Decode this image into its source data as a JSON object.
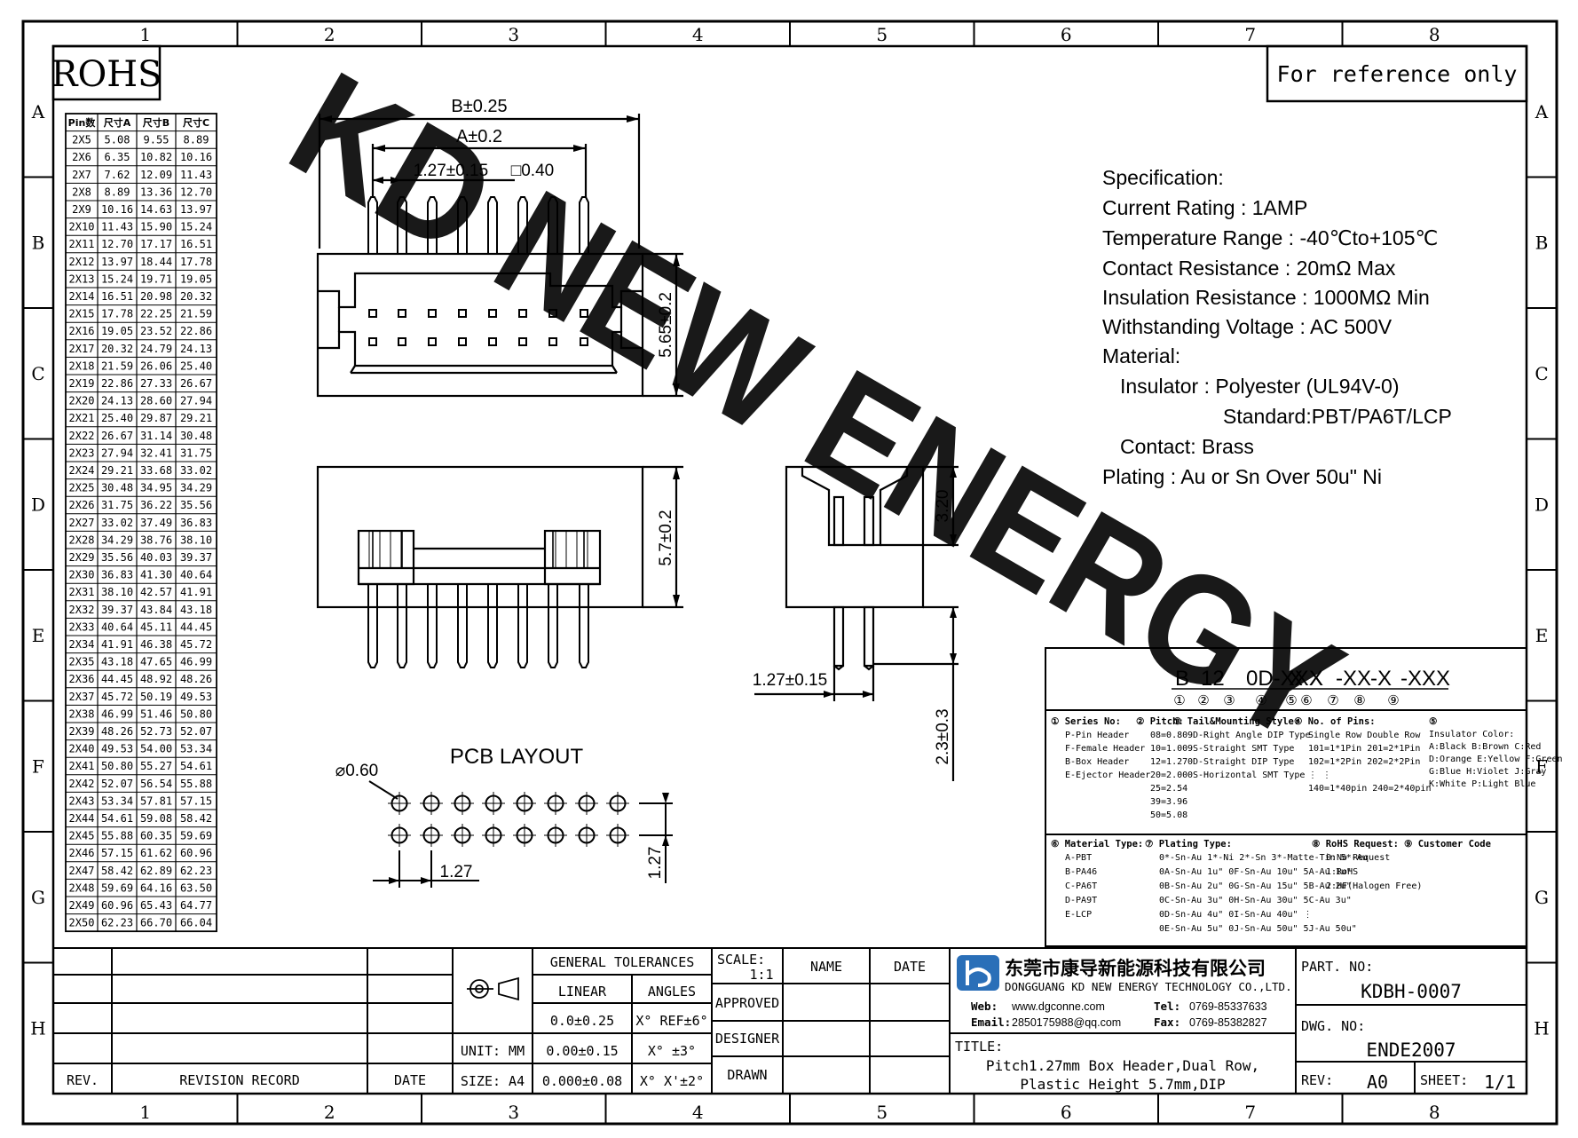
{
  "frame": {
    "col_numbers": [
      "1",
      "2",
      "3",
      "4",
      "5",
      "6",
      "7",
      "8"
    ],
    "row_letters": [
      "A",
      "B",
      "C",
      "D",
      "E",
      "F",
      "G",
      "H"
    ]
  },
  "rohs": "ROHS",
  "reference": "For reference only",
  "watermark": "KD NEW ENERGY",
  "dim_table": {
    "headers": [
      "Pin数",
      "尺寸A",
      "尺寸B",
      "尺寸C"
    ],
    "rows": [
      [
        "2X5",
        "5.08",
        "9.55",
        "8.89"
      ],
      [
        "2X6",
        "6.35",
        "10.82",
        "10.16"
      ],
      [
        "2X7",
        "7.62",
        "12.09",
        "11.43"
      ],
      [
        "2X8",
        "8.89",
        "13.36",
        "12.70"
      ],
      [
        "2X9",
        "10.16",
        "14.63",
        "13.97"
      ],
      [
        "2X10",
        "11.43",
        "15.90",
        "15.24"
      ],
      [
        "2X11",
        "12.70",
        "17.17",
        "16.51"
      ],
      [
        "2X12",
        "13.97",
        "18.44",
        "17.78"
      ],
      [
        "2X13",
        "15.24",
        "19.71",
        "19.05"
      ],
      [
        "2X14",
        "16.51",
        "20.98",
        "20.32"
      ],
      [
        "2X15",
        "17.78",
        "22.25",
        "21.59"
      ],
      [
        "2X16",
        "19.05",
        "23.52",
        "22.86"
      ],
      [
        "2X17",
        "20.32",
        "24.79",
        "24.13"
      ],
      [
        "2X18",
        "21.59",
        "26.06",
        "25.40"
      ],
      [
        "2X19",
        "22.86",
        "27.33",
        "26.67"
      ],
      [
        "2X20",
        "24.13",
        "28.60",
        "27.94"
      ],
      [
        "2X21",
        "25.40",
        "29.87",
        "29.21"
      ],
      [
        "2X22",
        "26.67",
        "31.14",
        "30.48"
      ],
      [
        "2X23",
        "27.94",
        "32.41",
        "31.75"
      ],
      [
        "2X24",
        "29.21",
        "33.68",
        "33.02"
      ],
      [
        "2X25",
        "30.48",
        "34.95",
        "34.29"
      ],
      [
        "2X26",
        "31.75",
        "36.22",
        "35.56"
      ],
      [
        "2X27",
        "33.02",
        "37.49",
        "36.83"
      ],
      [
        "2X28",
        "34.29",
        "38.76",
        "38.10"
      ],
      [
        "2X29",
        "35.56",
        "40.03",
        "39.37"
      ],
      [
        "2X30",
        "36.83",
        "41.30",
        "40.64"
      ],
      [
        "2X31",
        "38.10",
        "42.57",
        "41.91"
      ],
      [
        "2X32",
        "39.37",
        "43.84",
        "43.18"
      ],
      [
        "2X33",
        "40.64",
        "45.11",
        "44.45"
      ],
      [
        "2X34",
        "41.91",
        "46.38",
        "45.72"
      ],
      [
        "2X35",
        "43.18",
        "47.65",
        "46.99"
      ],
      [
        "2X36",
        "44.45",
        "48.92",
        "48.26"
      ],
      [
        "2X37",
        "45.72",
        "50.19",
        "49.53"
      ],
      [
        "2X38",
        "46.99",
        "51.46",
        "50.80"
      ],
      [
        "2X39",
        "48.26",
        "52.73",
        "52.07"
      ],
      [
        "2X40",
        "49.53",
        "54.00",
        "53.34"
      ],
      [
        "2X41",
        "50.80",
        "55.27",
        "54.61"
      ],
      [
        "2X42",
        "52.07",
        "56.54",
        "55.88"
      ],
      [
        "2X43",
        "53.34",
        "57.81",
        "57.15"
      ],
      [
        "2X44",
        "54.61",
        "59.08",
        "58.42"
      ],
      [
        "2X45",
        "55.88",
        "60.35",
        "59.69"
      ],
      [
        "2X46",
        "57.15",
        "61.62",
        "60.96"
      ],
      [
        "2X47",
        "58.42",
        "62.89",
        "62.23"
      ],
      [
        "2X48",
        "59.69",
        "64.16",
        "63.50"
      ],
      [
        "2X49",
        "60.96",
        "65.43",
        "64.77"
      ],
      [
        "2X50",
        "62.23",
        "66.70",
        "66.04"
      ]
    ]
  },
  "dims": {
    "b": "B±0.25",
    "a": "A±0.2",
    "pitch_top": "1.27±0.15",
    "pin_sq": "□0.40",
    "h565": "5.65±0.2",
    "h57": "5.7±0.2",
    "h320": "3.20",
    "pitch_side": "1.27±0.15",
    "tail": "2.3±0.3",
    "pcb_title": "PCB LAYOUT",
    "hole": "⌀0.60",
    "pcb_pitch_x": "1.27",
    "pcb_pitch_y": "1.27"
  },
  "spec": {
    "title": "Specification:",
    "current": "Current Rating : 1AMP",
    "temp": "Temperature Range : -40℃to+105℃",
    "contact_res": "Contact Resistance : 20mΩ  Max",
    "insul_res": "Insulation Resistance : 1000MΩ Min",
    "voltage": "Withstanding Voltage : AC 500V",
    "material": "Material:",
    "insulator": "Insulator : Polyester (UL94V-0)",
    "standard": "Standard:PBT/PA6T/LCP",
    "contact": "Contact: Brass",
    "plating": "Plating : Au or Sn Over 50u\" Ni"
  },
  "part_code": {
    "segments": [
      "B",
      "12",
      "0D-XXX",
      "X",
      "X",
      "-XX",
      "-X",
      "-XXX"
    ],
    "circles": [
      "①",
      "②",
      "③",
      "④",
      "⑤",
      "⑥",
      "⑦",
      "⑧",
      "⑨"
    ],
    "legend1": [
      {
        "head": "① Series No:",
        "lines": [
          "P-Pin Header",
          "F-Female Header",
          "B-Box Header",
          "E-Ejector Header"
        ]
      },
      {
        "head": "② Pitch:",
        "lines": [
          "08=0.80",
          "10=1.00",
          "12=1.27",
          "20=2.00",
          "25=2.54",
          "39=3.96",
          "50=5.08"
        ]
      },
      {
        "head": "③ Tail&Mounting Style:",
        "lines": [
          "9D-Right Angle DIP Type",
          "9S-Straight SMT Type",
          "0D-Straight DIP Type",
          "0S-Horizontal SMT Type"
        ]
      },
      {
        "head": "④ No. of Pins:",
        "lines": [
          "Single Row  Double Row",
          "101=1*1Pin  201=2*1Pin",
          "102=1*2Pin  202=2*2Pin",
          "  ⋮            ⋮",
          "140=1*40pin  240=2*40pin"
        ]
      },
      {
        "head": "⑤",
        "lines": [
          "Insulator Color:",
          "A:Black  B:Brown  C:Red",
          "D:Orange E:Yellow F:Green",
          "G:Blue   H:Violet J:Gray",
          "K:White  P:Light Blue"
        ]
      }
    ],
    "legend2": [
      {
        "head": "⑥ Material Type:",
        "lines": [
          "A-PBT",
          "B-PA46",
          "C-PA6T",
          "D-PA9T",
          "E-LCP"
        ]
      },
      {
        "head": "⑦ Plating Type:",
        "lines": [
          "0*-Sn-Au 1*-Ni 2*-Sn 3*-Matte-Tin 5*-Au",
          "0A-Sn-Au 1u\" 0F-Sn-Au 10u\"  5A-Au 1u\"",
          "0B-Sn-Au 2u\" 0G-Sn-Au 15u\"  5B-Au 2u\"",
          "0C-Sn-Au 3u\" 0H-Sn-Au 30u\"  5C-Au 3u\"",
          "0D-Sn-Au 4u\" 0I-Sn-Au 40u\"    ⋮",
          "0E-Sn-Au 5u\" 0J-Sn-Au 50u\"  5J-Au 50u\""
        ]
      },
      {
        "head": "⑧ RoHS Request:",
        "lines": [
          "0:No Request",
          "1:RoHS",
          "2:HF(Halogen Free)"
        ]
      },
      {
        "head": "⑨ Customer Code",
        "lines": []
      }
    ]
  },
  "title_block": {
    "rev": "REV.",
    "revision_record": "REVISION RECORD",
    "date": "DATE",
    "general_tol": "GENERAL TOLERANCES",
    "linear": "LINEAR",
    "angles": "ANGLES",
    "lin1": "0.0±0.25",
    "ang1": "X° REF±6°",
    "lin2": "0.00±0.15",
    "ang2": "X° ±3°",
    "lin3": "0.000±0.08",
    "ang3": "X° X'±2°",
    "unit": "UNIT: MM",
    "size": "SIZE: A4",
    "scale_label": "SCALE:",
    "scale": "1:1",
    "name": "NAME",
    "date2": "DATE",
    "approved": "APPROVED",
    "designer": "DESIGNER",
    "drawn": "DRAWN",
    "company_cn": "东莞市康导新能源科技有限公司",
    "company_en": "DONGGUANG KD NEW ENERGY TECHNOLOGY CO.,LTD.",
    "web_label": "Web:",
    "web": "www.dgconne.com",
    "email_label": "Email:",
    "email": "2850175988@qq.com",
    "tel_label": "Tel:",
    "tel": "0769-85337633",
    "fax_label": "Fax:",
    "fax": "0769-85382827",
    "title_label": "TITLE:",
    "title1": "Pitch1.27mm Box Header,Dual Row,",
    "title2": "Plastic Height 5.7mm,DIP",
    "part_no_label": "PART. NO:",
    "part_no": "KDBH-0007",
    "dwg_no_label": "DWG. NO:",
    "dwg_no": "ENDE2007",
    "rev_label": "REV:",
    "rev_val": "A0",
    "sheet_label": "SHEET:",
    "sheet": "1/1"
  }
}
